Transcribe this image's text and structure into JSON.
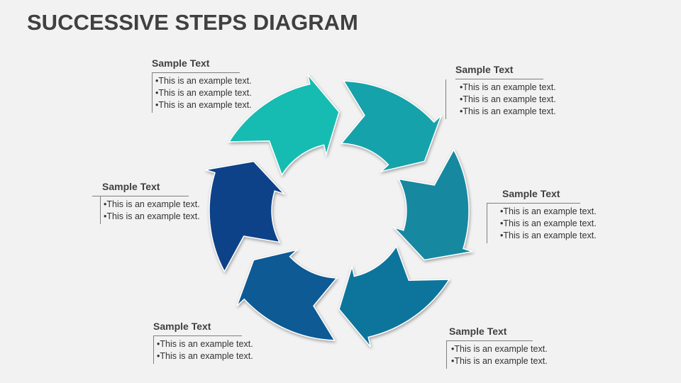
{
  "title": "SUCCESSIVE STEPS DIAGRAM",
  "colors": {
    "segments": [
      "#14bcb2",
      "#14a2aa",
      "#1688a0",
      "#10749c",
      "#0e5a94",
      "#0f4389"
    ],
    "background": "#f2f2f2",
    "text": "#404040"
  },
  "blocks": [
    {
      "heading": "Sample Text",
      "bullets": [
        "•This is an example text.",
        "•This is an example text.",
        "•This is an example text."
      ]
    },
    {
      "heading": "Sample Text",
      "bullets": [
        "•This is an example text.",
        "•This is an example text.",
        "•This is an example text."
      ]
    },
    {
      "heading": "Sample Text",
      "bullets": [
        "•This is an example text.",
        "•This is an example text.",
        "•This is an example text."
      ]
    },
    {
      "heading": "Sample Text",
      "bullets": [
        "•This is an example text.",
        "•This is an example text."
      ]
    },
    {
      "heading": "Sample Text",
      "bullets": [
        "•This is an example text.",
        "•This is an example text."
      ]
    },
    {
      "heading": "Sample Text",
      "bullets": [
        "•This is an example text.",
        "•This is an example text."
      ]
    }
  ]
}
